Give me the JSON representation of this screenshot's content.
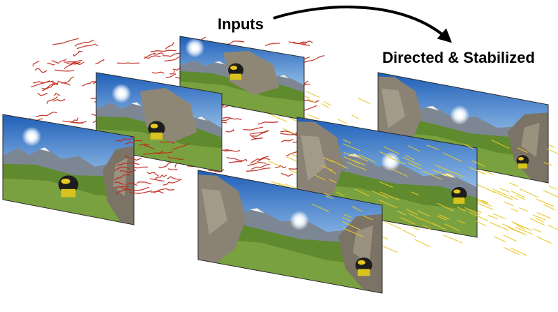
{
  "labels": {
    "inputs": "Inputs",
    "output": "Directed & Stabilized"
  },
  "colors": {
    "input_tracks": "#c0281e",
    "output_tracks": "#e8c82a",
    "arrow": "#000000",
    "sky_top": "#1f5fb8",
    "sky_bottom": "#9cc8ee",
    "mountain": "#6f7a6a",
    "rock": "#8a8274",
    "grass": "#5f8a2e",
    "frame_edge": "#2a2a2a"
  },
  "input_frame_count": 3,
  "output_frame_count": 3,
  "icons": [
    "curved-arrow-icon",
    "sun-icon",
    "skydiver-helmet-icon"
  ]
}
